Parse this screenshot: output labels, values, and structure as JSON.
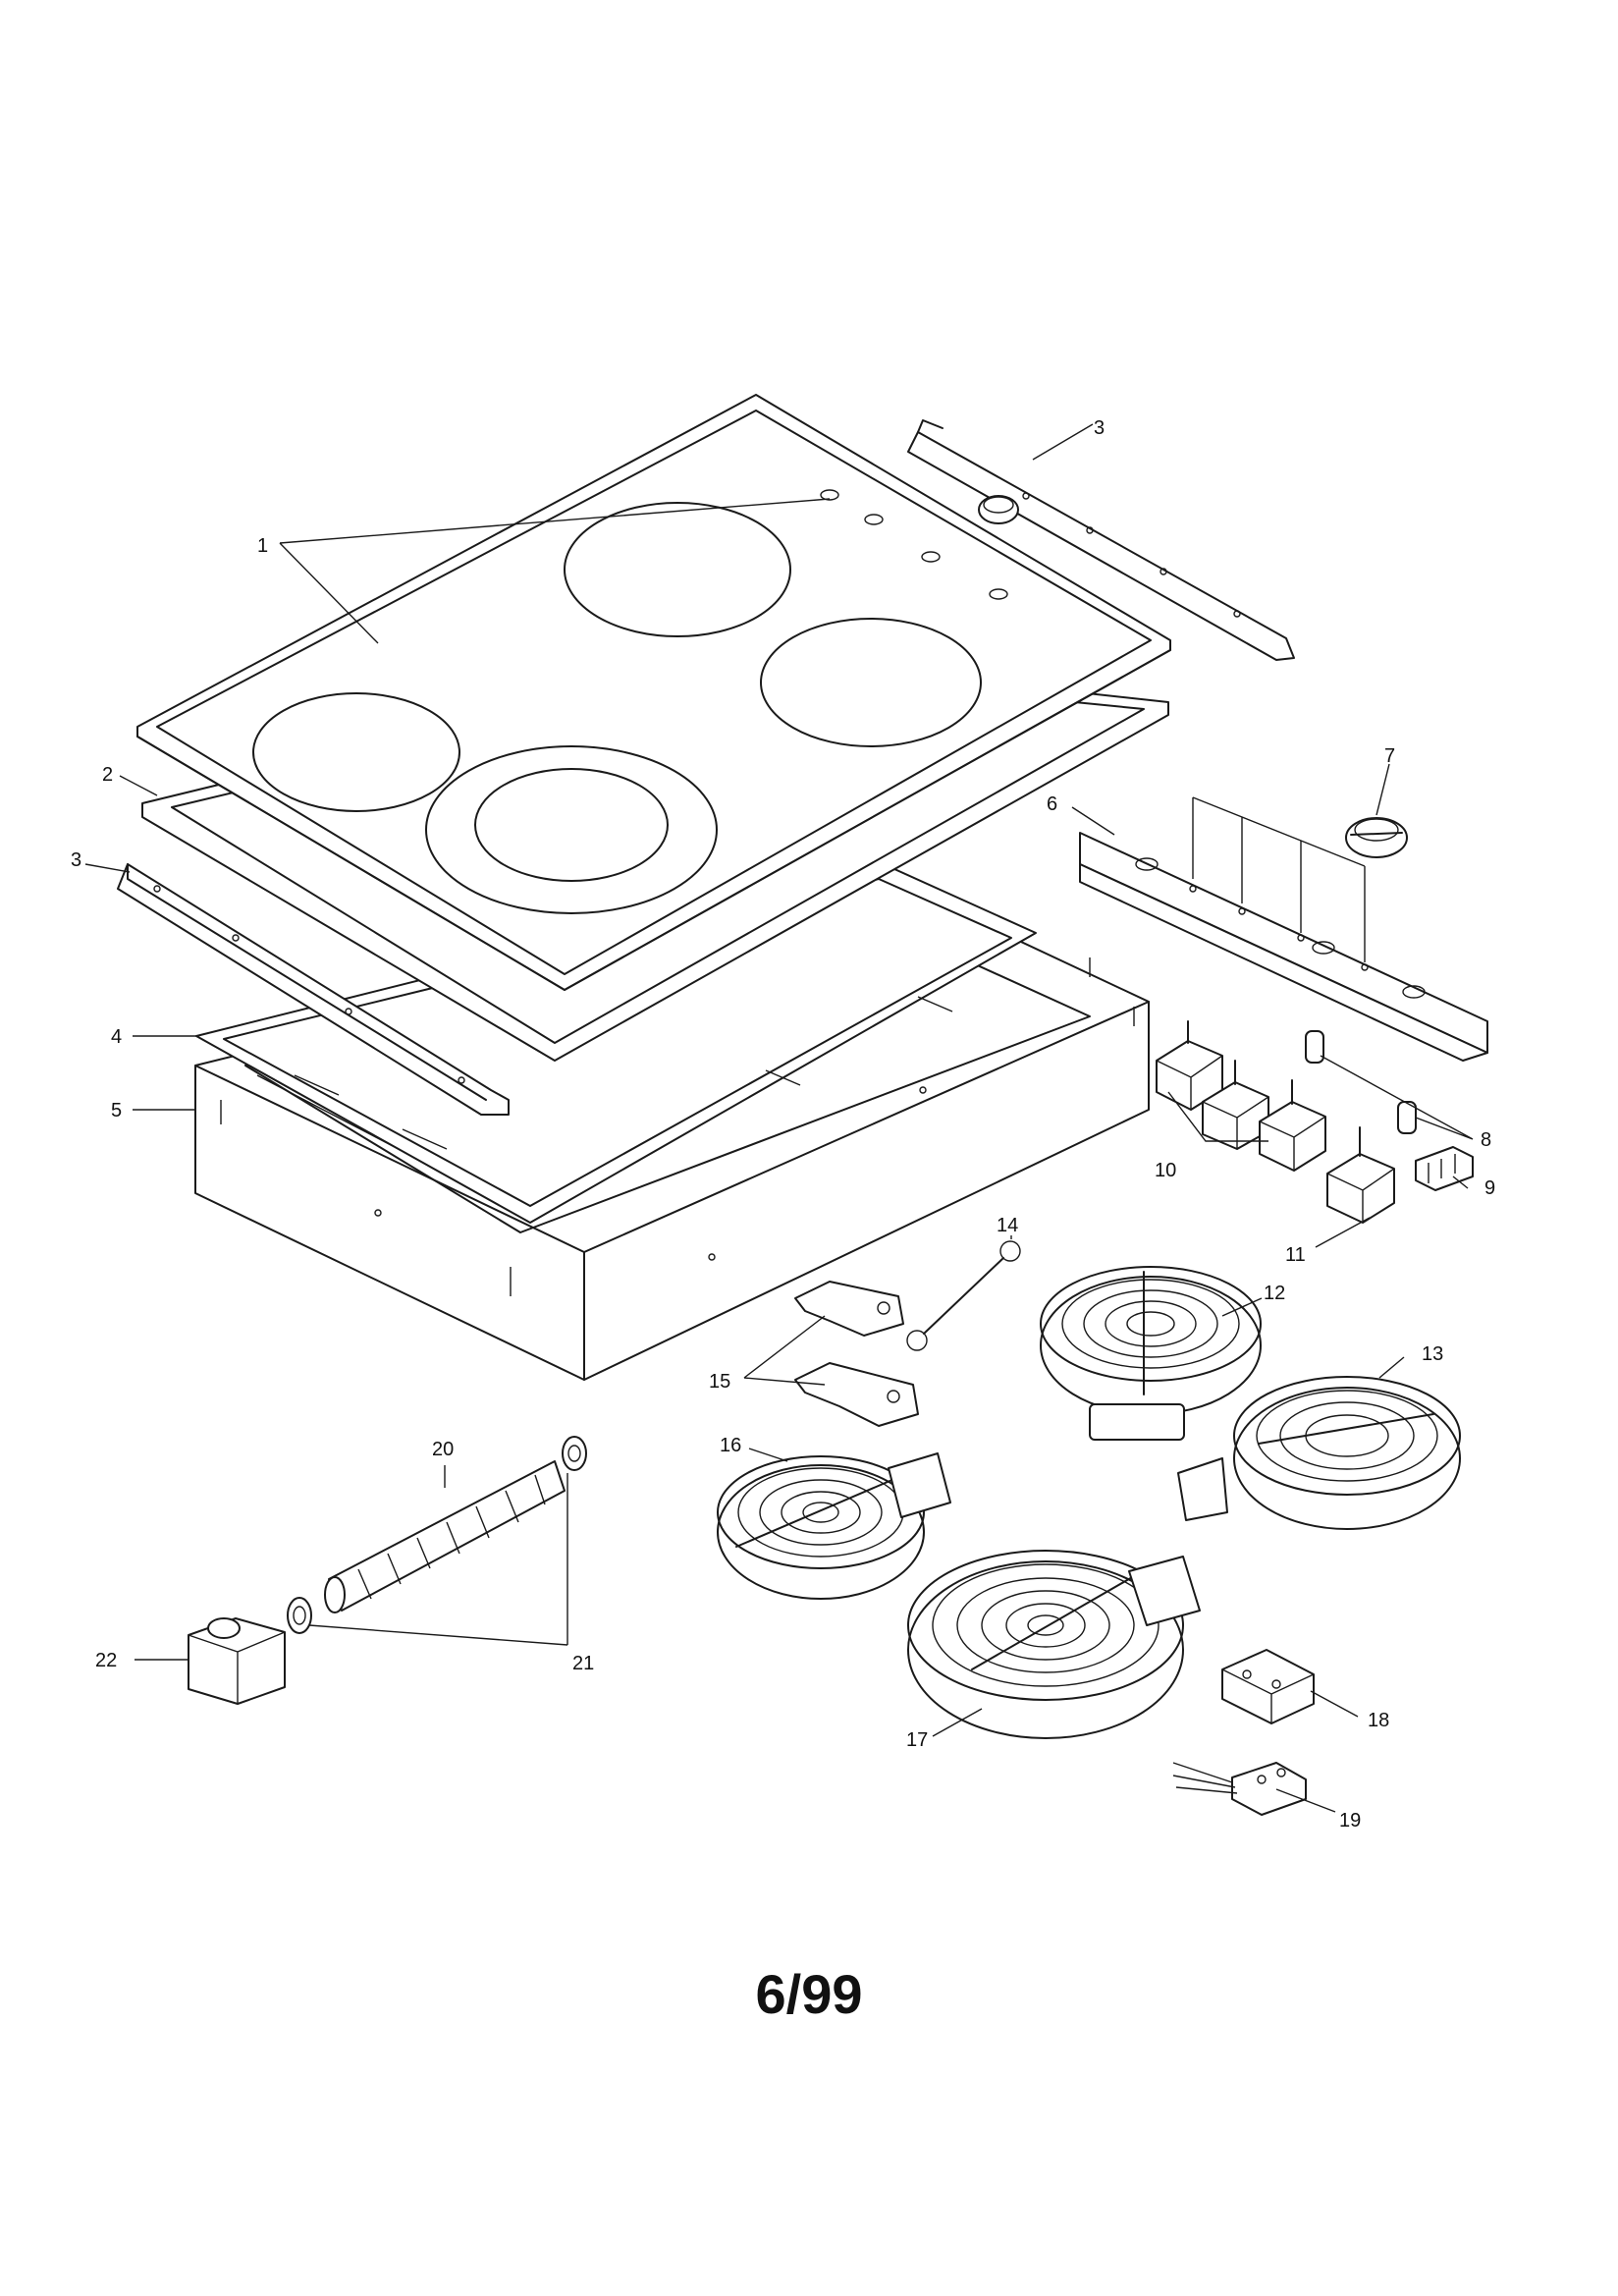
{
  "callouts": [
    "1",
    "2",
    "3",
    "3",
    "4",
    "5",
    "6",
    "7",
    "8",
    "9",
    "10",
    "11",
    "12",
    "13",
    "14",
    "15",
    "16",
    "17",
    "18",
    "19",
    "20",
    "21",
    "22"
  ],
  "footer": "6/99"
}
